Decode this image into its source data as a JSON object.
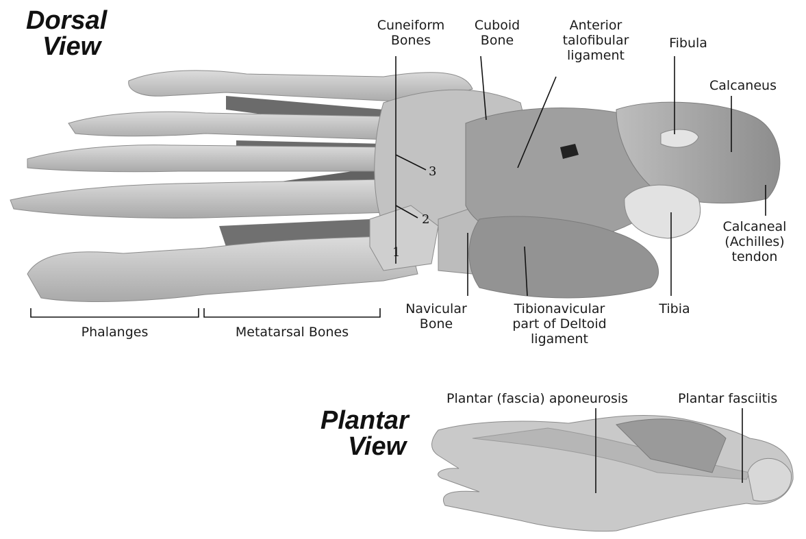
{
  "dorsal_view": {
    "title_line1": "Dorsal",
    "title_line2": "View",
    "labels": {
      "cuneiform_bones": "Cuneiform\nBones",
      "cuboid_bone": "Cuboid\nBone",
      "anterior_talofibular": "Anterior\ntalofibular\nligament",
      "fibula": "Fibula",
      "calcaneus": "Calcaneus",
      "calcaneal_tendon": "Calcaneal\n(Achilles)\ntendon",
      "tibia": "Tibia",
      "tibionavicular": "Tibionavicular\npart of Deltoid\nligament",
      "navicular_bone": "Navicular\nBone",
      "metatarsal_bones": "Metatarsal Bones",
      "phalanges": "Phalanges"
    },
    "cuneiform_numbers": [
      "1",
      "2",
      "3"
    ]
  },
  "plantar_view": {
    "title_line1": "Plantar",
    "title_line2": "View",
    "labels": {
      "plantar_aponeurosis": "Plantar (fascia) aponeurosis",
      "plantar_fasciitis": "Plantar fasciitis"
    }
  },
  "colors": {
    "bone": "#bdbdbd",
    "bone_light": "#d6d6d6",
    "bone_dark": "#8f8f8f",
    "muscle": "#6b6b6b",
    "line": "#111111"
  }
}
